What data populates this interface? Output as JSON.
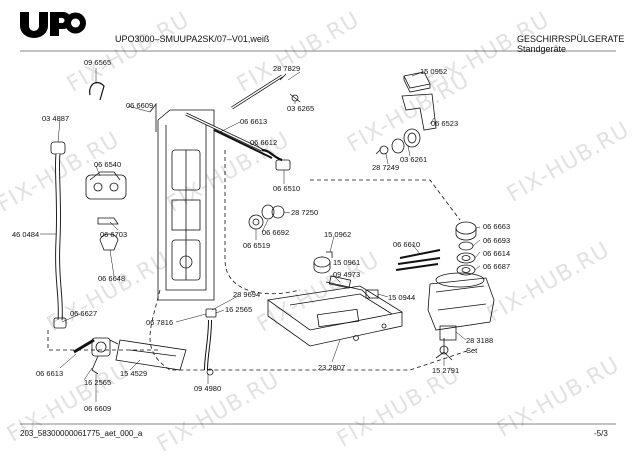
{
  "header": {
    "brand": "UPO",
    "model": "UPO3000–SMUUPA2SK/07–V01,weiß",
    "category": "GESCHIRRSPÜLGERATE",
    "subcategory": "Standgeräte"
  },
  "watermark": "FIX-HUB.RU",
  "footer": {
    "doc_id": "203_58300000061775_aet_000_a",
    "page": "-5/3"
  },
  "parts": {
    "p096565": "09 6565",
    "p287829": "28 7829",
    "p150952": "15 0952",
    "p066609a": "06 6609",
    "p036265": "03 6265",
    "p034887": "03 4887",
    "p066613a": "06 6613",
    "p066523": "06 6523",
    "p066612": "06 6612",
    "p066540": "06 6540",
    "p036261": "03 6261",
    "p287249": "28 7249",
    "p066510": "06 6510",
    "p287250": "28 7250",
    "p460484": "46 0484",
    "p066703": "06 6703",
    "p066692": "06 6692",
    "p150962": "15 0962",
    "p066663": "06 6663",
    "p066519": "06 6519",
    "p066610": "06 6610",
    "p066693": "06 6693",
    "p066614": "06 6614",
    "p150961": "15 0961",
    "p066648": "06 6648",
    "p094973": "09 4973",
    "p066687": "06 6687",
    "p289694": "28 9694",
    "p150944": "15 0944",
    "p066627": "06 6627",
    "p067816": "06 7816",
    "p162565a": "16 2565",
    "p283188": "28 3188",
    "set": "Set",
    "p232807": "23 2807",
    "p066613b": "06 6613",
    "p154529": "15 4529",
    "p162565b": "16 2565",
    "p094980": "09 4980",
    "p152791": "15 2791",
    "p066609b": "06 6609"
  },
  "colors": {
    "ink": "#111111",
    "watermark": "#e2e2e2",
    "logo": "#000000"
  }
}
